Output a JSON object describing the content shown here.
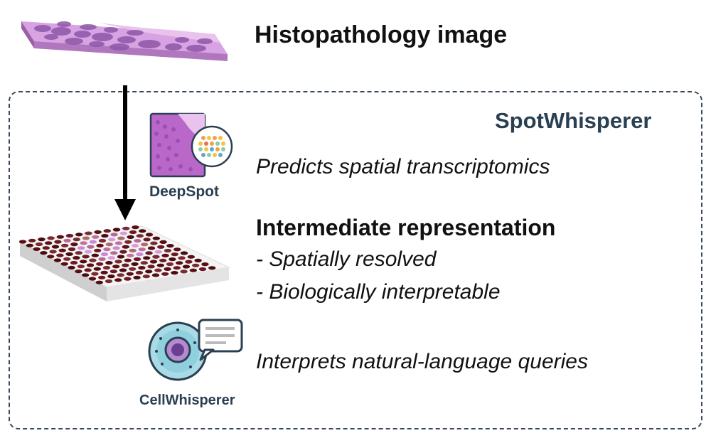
{
  "header": {
    "title": "Histopathology image"
  },
  "box": {
    "title": "SpotWhisperer",
    "deepspot": {
      "logo_label": "DeepSpot",
      "description": "Predicts spatial transcriptomics"
    },
    "intermediate": {
      "title": "Intermediate representation",
      "bullets": [
        "- Spatially resolved",
        "- Biologically interpretable"
      ]
    },
    "cellwhisperer": {
      "logo_label": "CellWhisperer",
      "description": "Interprets natural-language queries"
    }
  },
  "colors": {
    "box_border": "#3b4a5a",
    "heading_dark": "#2b3f52",
    "tissue_purple": "#c98ad6",
    "spot_dark": "#5a0f14",
    "cell_blue": "#7fc7d8"
  }
}
